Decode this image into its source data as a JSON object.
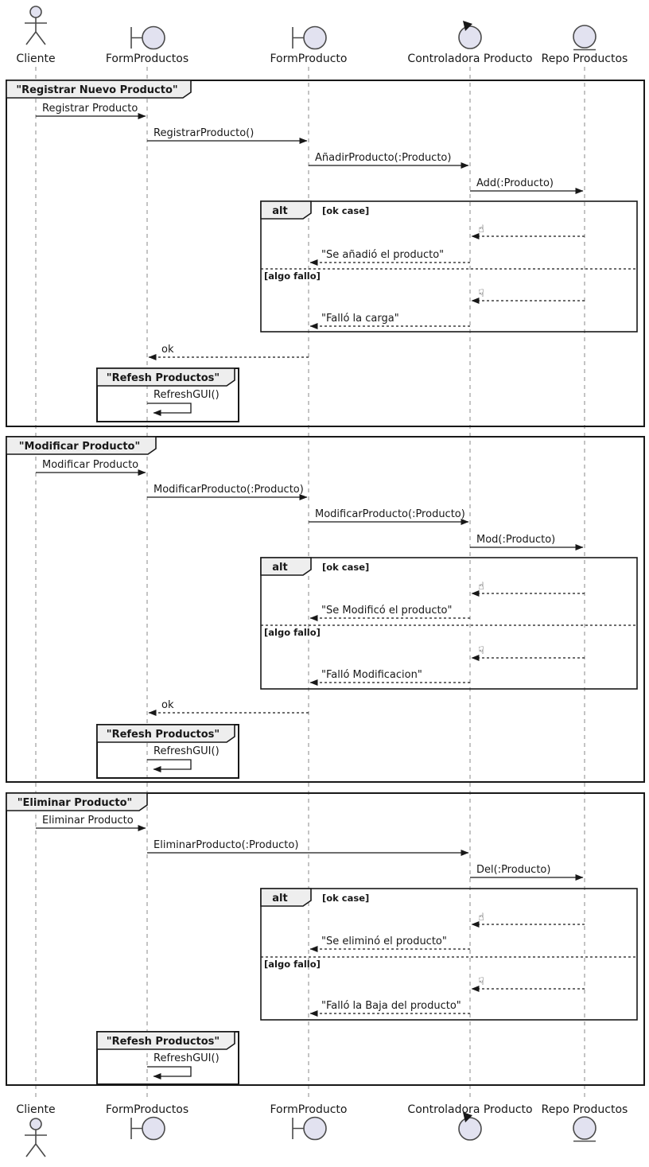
{
  "participants": [
    {
      "name": "Cliente",
      "type": "actor"
    },
    {
      "name": "FormProductos",
      "type": "boundary"
    },
    {
      "name": "FormProducto",
      "type": "boundary"
    },
    {
      "name": "Controladora Producto",
      "type": "control"
    },
    {
      "name": "Repo Productos",
      "type": "entity"
    }
  ],
  "fragments": {
    "alt_label": "alt",
    "ok_guard": "[ok case]",
    "fail_guard": "[algo fallo]",
    "thumbs_up_icon": "☝",
    "thumbs_down_icon": "☟",
    "ok_return": "ok",
    "refresh_group_title": "\"Refesh Productos\"",
    "refresh_call": "RefreshGUI()"
  },
  "frames": [
    {
      "title": "\"Registrar Nuevo Producto\"",
      "m1": "Registrar Producto",
      "m2": "RegistrarProducto()",
      "m3": "AñadirProducto(:Producto)",
      "m4": "Add(:Producto)",
      "ok_msg": "\"Se añadió el producto\"",
      "fail_msg": "\"Falló la carga\""
    },
    {
      "title": "\"Modificar Producto\"",
      "m1": "Modificar Producto",
      "m2": "ModificarProducto(:Producto)",
      "m3": "ModificarProducto(:Producto)",
      "m4": "Mod(:Producto)",
      "ok_msg": "\"Se Modificó el producto\"",
      "fail_msg": "\"Falló Modificacion\""
    },
    {
      "title": "\"Eliminar Producto\"",
      "m1": "Eliminar Producto",
      "m2": "EliminarProducto(:Producto)",
      "m3": "Del(:Producto)",
      "ok_msg": "\"Se eliminó el producto\"",
      "fail_msg": "\"Falló la Baja del producto\""
    }
  ],
  "colors": {
    "shape_fill": "#e2e2f0",
    "tab_fill": "#eeeeee",
    "stroke": "#181818",
    "lifeline": "#8a8a8a"
  }
}
